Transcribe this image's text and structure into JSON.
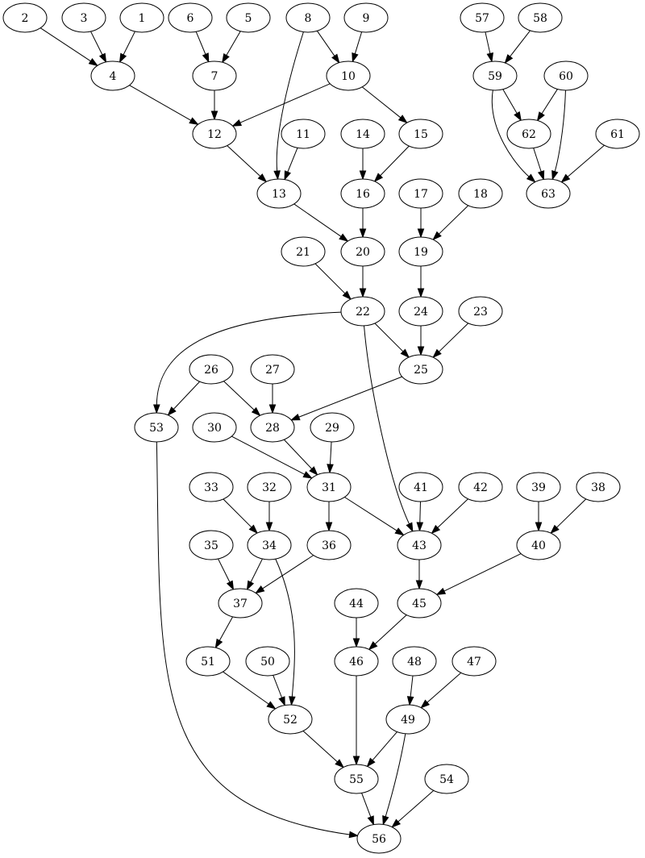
{
  "graph": {
    "nodes": [
      "1",
      "2",
      "3",
      "4",
      "5",
      "6",
      "7",
      "8",
      "9",
      "10",
      "11",
      "12",
      "13",
      "14",
      "15",
      "16",
      "17",
      "18",
      "19",
      "20",
      "21",
      "22",
      "23",
      "24",
      "25",
      "26",
      "27",
      "28",
      "29",
      "30",
      "31",
      "32",
      "33",
      "34",
      "35",
      "36",
      "37",
      "38",
      "39",
      "40",
      "41",
      "42",
      "43",
      "44",
      "45",
      "46",
      "47",
      "48",
      "49",
      "50",
      "51",
      "52",
      "53",
      "54",
      "55",
      "56",
      "57",
      "58",
      "59",
      "60",
      "61",
      "62",
      "63"
    ],
    "edges": [
      [
        "2",
        "4"
      ],
      [
        "3",
        "4"
      ],
      [
        "1",
        "4"
      ],
      [
        "6",
        "7"
      ],
      [
        "5",
        "7"
      ],
      [
        "8",
        "10"
      ],
      [
        "9",
        "10"
      ],
      [
        "8",
        "13"
      ],
      [
        "4",
        "12"
      ],
      [
        "7",
        "12"
      ],
      [
        "10",
        "12"
      ],
      [
        "10",
        "15"
      ],
      [
        "12",
        "13"
      ],
      [
        "11",
        "13"
      ],
      [
        "14",
        "16"
      ],
      [
        "15",
        "16"
      ],
      [
        "13",
        "20"
      ],
      [
        "16",
        "20"
      ],
      [
        "17",
        "19"
      ],
      [
        "18",
        "19"
      ],
      [
        "21",
        "22"
      ],
      [
        "20",
        "22"
      ],
      [
        "19",
        "24"
      ],
      [
        "22",
        "25"
      ],
      [
        "24",
        "25"
      ],
      [
        "23",
        "25"
      ],
      [
        "22",
        "53"
      ],
      [
        "22",
        "43"
      ],
      [
        "26",
        "53"
      ],
      [
        "26",
        "28"
      ],
      [
        "27",
        "28"
      ],
      [
        "25",
        "28"
      ],
      [
        "30",
        "31"
      ],
      [
        "28",
        "31"
      ],
      [
        "29",
        "31"
      ],
      [
        "33",
        "34"
      ],
      [
        "32",
        "34"
      ],
      [
        "31",
        "36"
      ],
      [
        "31",
        "43"
      ],
      [
        "41",
        "43"
      ],
      [
        "42",
        "43"
      ],
      [
        "39",
        "40"
      ],
      [
        "38",
        "40"
      ],
      [
        "35",
        "37"
      ],
      [
        "34",
        "37"
      ],
      [
        "36",
        "37"
      ],
      [
        "43",
        "45"
      ],
      [
        "40",
        "45"
      ],
      [
        "37",
        "51"
      ],
      [
        "44",
        "46"
      ],
      [
        "45",
        "46"
      ],
      [
        "48",
        "49"
      ],
      [
        "47",
        "49"
      ],
      [
        "51",
        "52"
      ],
      [
        "50",
        "52"
      ],
      [
        "34",
        "52"
      ],
      [
        "52",
        "55"
      ],
      [
        "46",
        "55"
      ],
      [
        "49",
        "55"
      ],
      [
        "55",
        "56"
      ],
      [
        "54",
        "56"
      ],
      [
        "49",
        "56"
      ],
      [
        "53",
        "56"
      ],
      [
        "57",
        "59"
      ],
      [
        "58",
        "59"
      ],
      [
        "59",
        "62"
      ],
      [
        "60",
        "62"
      ],
      [
        "59",
        "63"
      ],
      [
        "62",
        "63"
      ],
      [
        "60",
        "63"
      ],
      [
        "61",
        "63"
      ]
    ]
  }
}
